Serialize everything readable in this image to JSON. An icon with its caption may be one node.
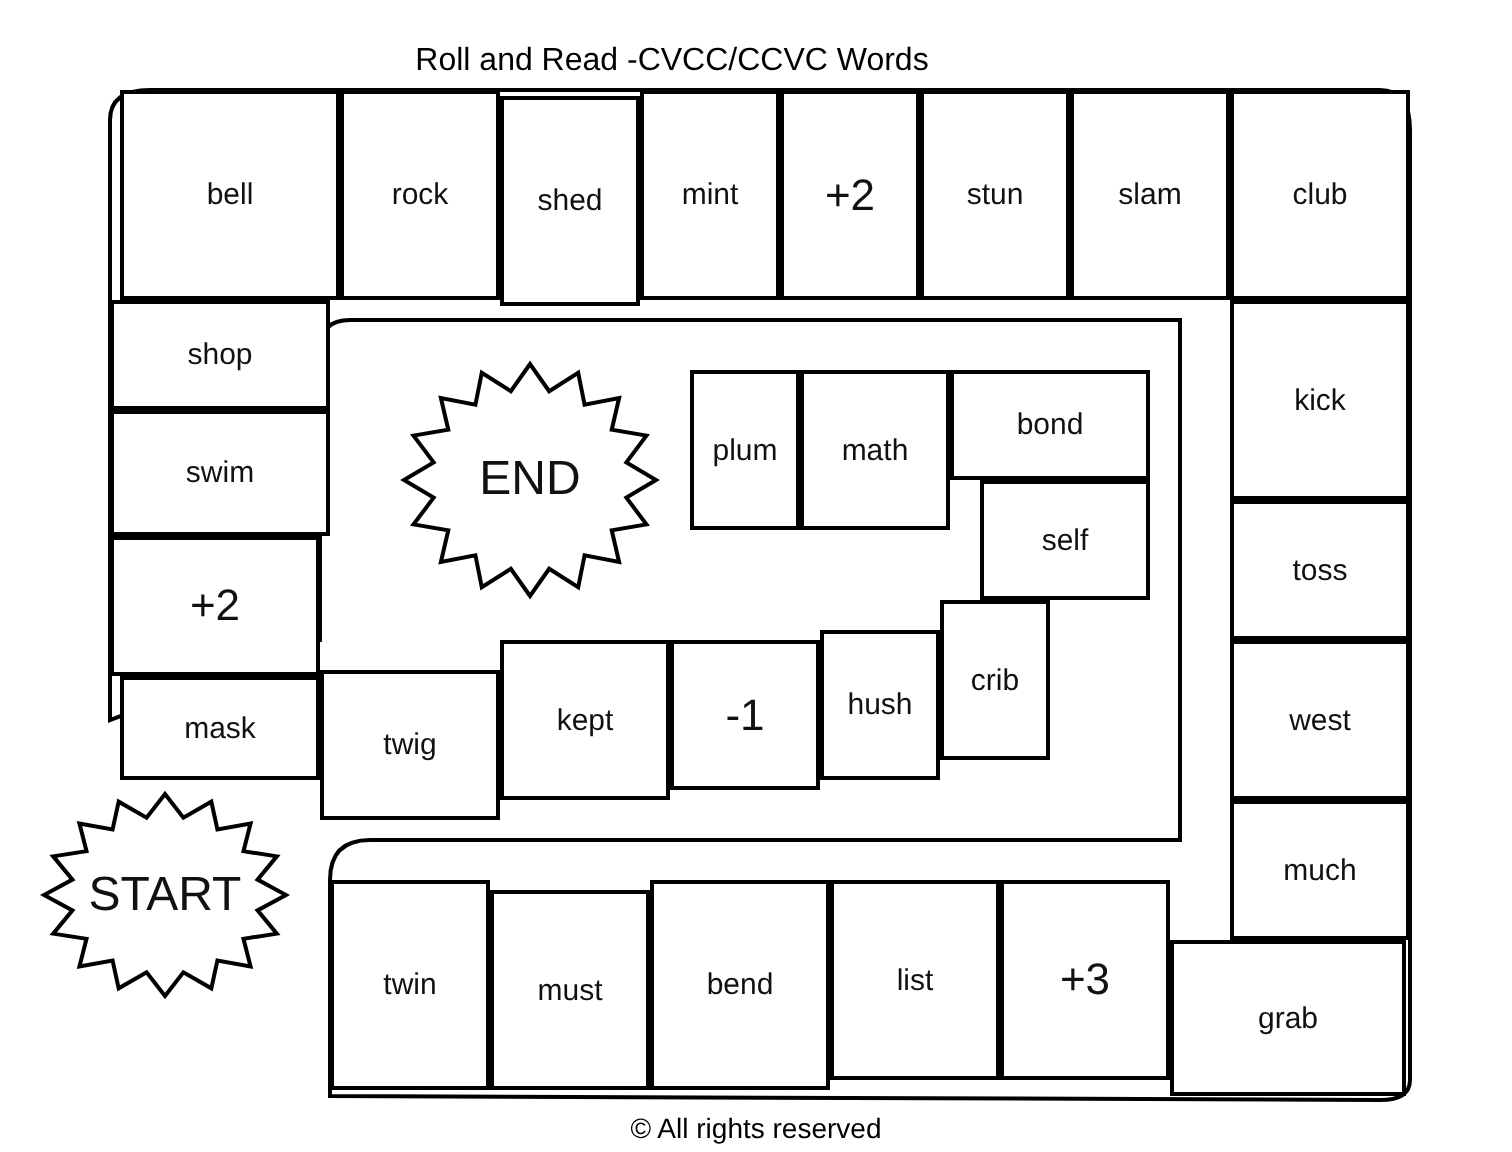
{
  "diagram": {
    "title": "Roll and Read -CVCC/CCVC Words",
    "nodes": [
      {
        "text": [
          "START"
        ]
      },
      {
        "text": [
          "twin"
        ]
      },
      {
        "text": [
          "must"
        ]
      },
      {
        "text": [
          "bend"
        ]
      },
      {
        "text": [
          "list"
        ]
      },
      {
        "text": [
          "+3"
        ]
      },
      {
        "text": [
          "grab"
        ]
      },
      {
        "text": [
          "much"
        ]
      },
      {
        "text": [
          "west"
        ]
      },
      {
        "text": [
          "toss"
        ]
      },
      {
        "text": [
          "kick"
        ]
      },
      {
        "text": [
          "club"
        ]
      },
      {
        "text": [
          "slam"
        ]
      },
      {
        "text": [
          "stun"
        ]
      },
      {
        "text": [
          "+2"
        ]
      },
      {
        "text": [
          "mint"
        ]
      },
      {
        "text": [
          "shed"
        ]
      },
      {
        "text": [
          "rock"
        ]
      },
      {
        "text": [
          "bell"
        ]
      },
      {
        "text": [
          "shop"
        ]
      },
      {
        "text": [
          "swim"
        ]
      },
      {
        "text": [
          "+2"
        ]
      },
      {
        "text": [
          "mask"
        ]
      },
      {
        "text": [
          "twig"
        ]
      },
      {
        "text": [
          "kept"
        ]
      },
      {
        "text": [
          "-1"
        ]
      },
      {
        "text": [
          "hush"
        ]
      },
      {
        "text": [
          "crib"
        ]
      },
      {
        "text": [
          "self"
        ]
      },
      {
        "text": [
          "bond"
        ]
      },
      {
        "text": [
          "math"
        ]
      },
      {
        "text": [
          "plum"
        ]
      },
      {
        "text": [
          "END"
        ]
      }
    ],
    "labels": [
      "© All rights reserved"
    ]
  }
}
